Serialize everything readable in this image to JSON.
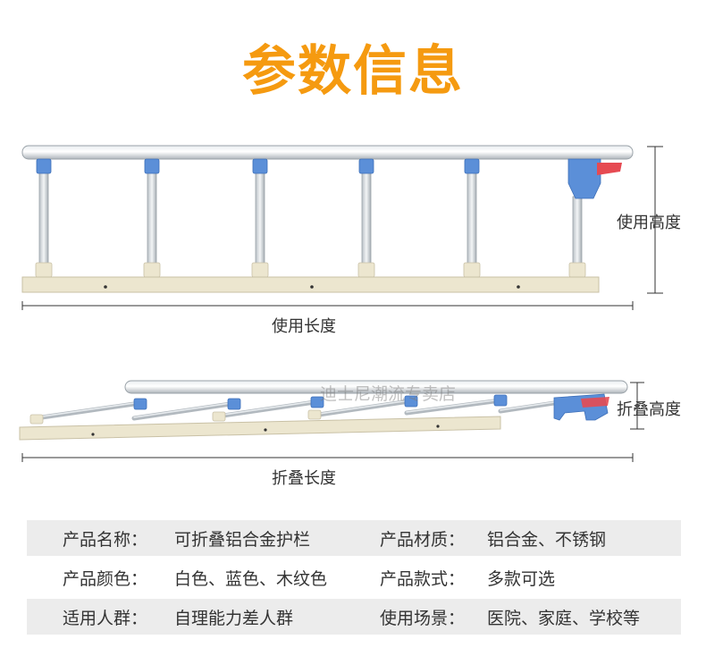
{
  "title": "参数信息",
  "colors": {
    "title": "#f59a10",
    "rail": "#c9ced3",
    "base": "#ece6cf",
    "bracket": "#5b8fd8",
    "latch_red": "#e64a52",
    "row_shade": "#ececec"
  },
  "dimensions": {
    "use_height": "使用高度",
    "use_length": "使用长度",
    "fold_height": "折叠高度",
    "fold_length": "折叠长度"
  },
  "watermark": "迪士尼潮流专卖店",
  "specs": [
    {
      "shaded": true,
      "label1": "产品名称：",
      "value1": "可折叠铝合金护栏",
      "label2": "产品材质：",
      "value2": "铝合金、不锈钢"
    },
    {
      "shaded": false,
      "label1": "产品颜色：",
      "value1": "白色、蓝色、木纹色",
      "label2": "产品款式：",
      "value2": "多款可选"
    },
    {
      "shaded": true,
      "label1": "适用人群：",
      "value1": "自理能力差人群",
      "label2": "使用场景：",
      "value2": "医院、家庭、学校等"
    }
  ]
}
